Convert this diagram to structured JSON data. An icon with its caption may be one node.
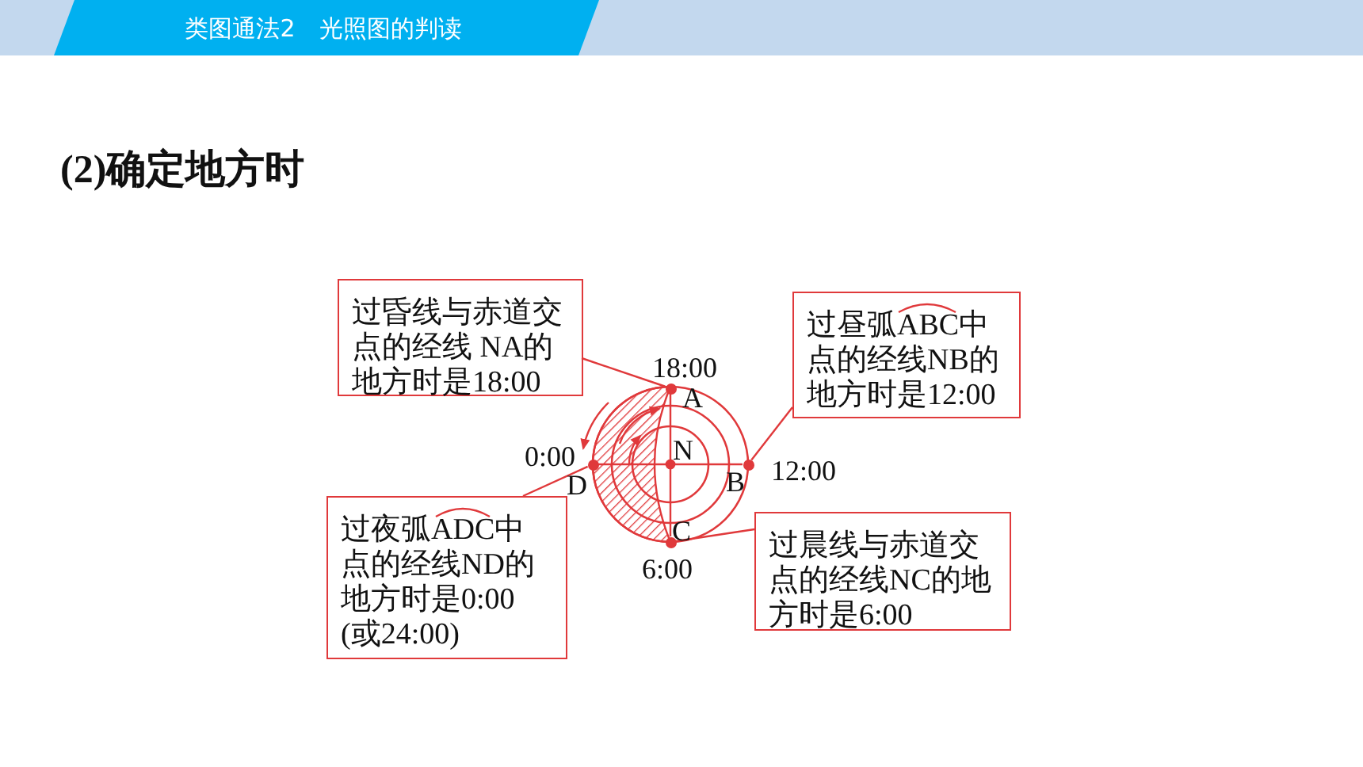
{
  "diagram": {
    "title": "(2)确定地方时",
    "nodes": [
      {
        "text": [
          "过昏线与赤道交点的经线 NA的地方时是18:00"
        ]
      },
      {
        "text": [
          "过昼弧ABC中点的经线NB的地方时是12:00"
        ]
      },
      {
        "text": [
          "过夜弧ADC中点的经线ND的地方时是0:00 (或24:00)"
        ]
      },
      {
        "text": [
          "过晨线与赤道交点的经线NC的地方时是6:00"
        ]
      },
      {
        "text": [],
        "shape": "circle"
      },
      {
        "text": [],
        "shape": "circle"
      },
      {
        "text": [],
        "shape": "circle"
      },
      {
        "text": [],
        "shape": "circle"
      }
    ],
    "edges": [
      {
        "from": 0,
        "to": 4,
        "arrow": "none"
      },
      {
        "from": 1,
        "to": 6,
        "arrow": "none"
      },
      {
        "from": 2,
        "to": 5,
        "arrow": "none"
      },
      {
        "from": 3,
        "to": 7,
        "arrow": "none"
      },
      {
        "from": 4,
        "to": 7,
        "arrow": "none"
      },
      {
        "from": 5,
        "to": 6,
        "arrow": "none"
      }
    ],
    "labels": [
      "类图通法2　光照图的判读",
      "18:00",
      "A",
      "0:00",
      "N",
      "12:00",
      "D",
      "B",
      "C",
      "6:00"
    ]
  }
}
